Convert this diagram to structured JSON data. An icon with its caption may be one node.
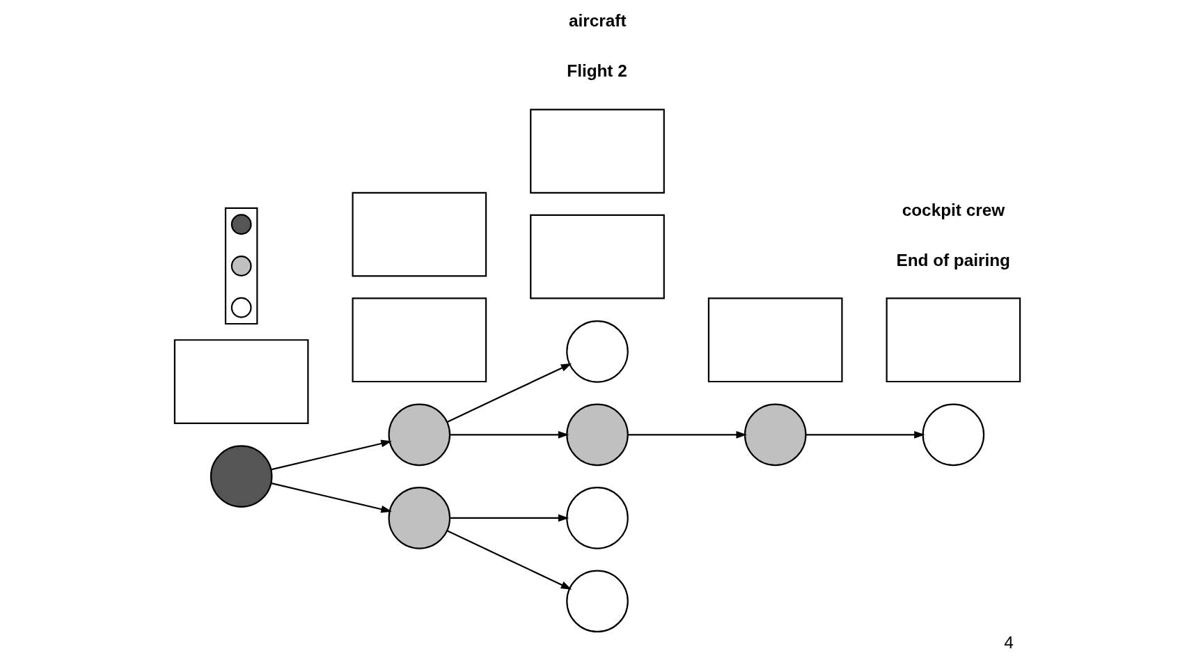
{
  "diagram": {
    "caption": "4",
    "nodes": [
      {
        "text": [],
        "shape": "circle"
      },
      {
        "text": [],
        "shape": "circle"
      },
      {
        "text": [],
        "shape": "circle"
      },
      {
        "text": [],
        "shape": "circle"
      },
      {
        "text": [],
        "shape": "circle"
      },
      {
        "text": [],
        "shape": "circle"
      },
      {
        "text": [],
        "shape": "circle"
      },
      {
        "text": [],
        "shape": "circle"
      },
      {
        "text": [],
        "shape": "circle"
      },
      {
        "text": [],
        "shape": "box"
      },
      {
        "text": [],
        "shape": "box"
      },
      {
        "text": [],
        "shape": "box"
      },
      {
        "text": [],
        "shape": "box"
      },
      {
        "text": [],
        "shape": "box"
      },
      {
        "text": [],
        "shape": "box"
      },
      {
        "text": [],
        "shape": "box"
      },
      {
        "text": [],
        "shape": "box"
      },
      {
        "text": [],
        "shape": "circle",
        "in": 16
      },
      {
        "text": [],
        "shape": "circle",
        "in": 16
      },
      {
        "text": [],
        "shape": "circle",
        "in": 16
      }
    ],
    "edges": [
      {
        "from": 0,
        "to": 1,
        "arrow": "to"
      },
      {
        "from": 0,
        "to": 2,
        "arrow": "to"
      },
      {
        "from": 1,
        "to": 3,
        "arrow": "to"
      },
      {
        "from": 1,
        "to": 4,
        "arrow": "to"
      },
      {
        "from": 4,
        "to": 5,
        "arrow": "to"
      },
      {
        "from": 5,
        "to": 6,
        "arrow": "to"
      },
      {
        "from": 2,
        "to": 7,
        "arrow": "to"
      },
      {
        "from": 2,
        "to": 8,
        "arrow": "to"
      }
    ],
    "labels": [
      "End of pairing",
      "cockpit crew",
      "Flight 2",
      "aircraft"
    ]
  }
}
